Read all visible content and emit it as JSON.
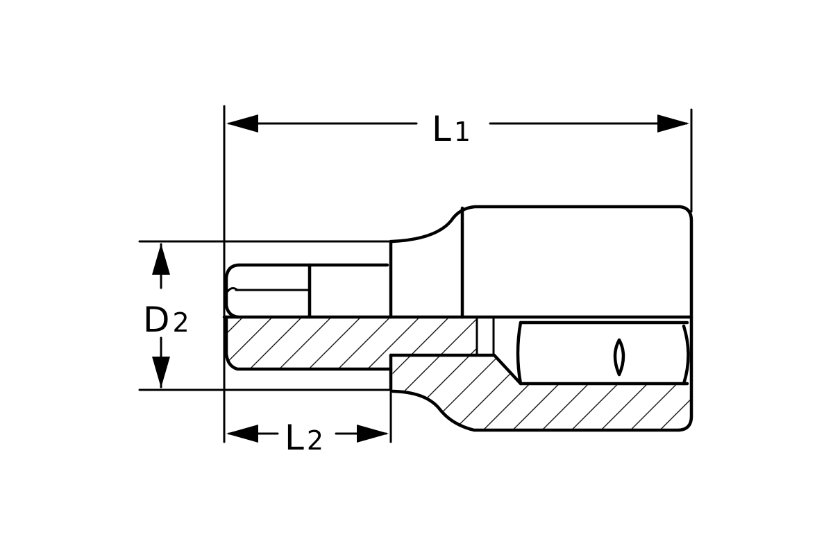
{
  "dimensions": {
    "L1": {
      "main": "L",
      "sub": "1"
    },
    "L2": {
      "main": "L",
      "sub": "2"
    },
    "D2": {
      "main": "D",
      "sub": "2"
    }
  },
  "colors": {
    "ink": "#000000",
    "paper": "#ffffff"
  }
}
